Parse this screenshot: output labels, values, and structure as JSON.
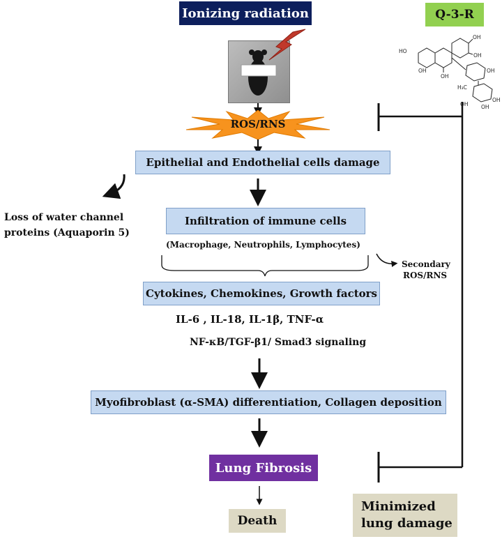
{
  "header": {
    "ionizing_radiation": "Ionizing radiation",
    "q3r": "Q-3-R"
  },
  "burst_label": "ROS/RNS",
  "boxes": {
    "damage": "Epithelial  and Endothelial cells damage",
    "infiltration": "Infiltration of immune cells",
    "cytokines": "Cytokines, Chemokines, Growth factors",
    "myofibroblast": "Myofibroblast (α-SMA) differentiation, Collagen deposition",
    "fibrosis": "Lung Fibrosis",
    "death": "Death",
    "minimized_line1": "Minimized",
    "minimized_line2": "lung damage"
  },
  "texts": {
    "aquaporin_line1": "Loss of  water channel",
    "aquaporin_line2": "proteins  (Aquaporin 5)",
    "immune_cells": "(Macrophage, Neutrophils, Lymphocytes)",
    "secondary_line1": "Secondary",
    "secondary_line2": "ROS/RNS",
    "interleukins": "IL-6 , IL-18, IL-1β,  TNF-α",
    "signaling": "NF-κB/TGF-β1/ Smad3 signaling"
  },
  "molecule": {
    "oh_labels": [
      "OH",
      "OH",
      "HO",
      "OH",
      "OH",
      "OH",
      "OH",
      "OH",
      "OH"
    ],
    "methyl_label": "H₃C"
  },
  "colors": {
    "header_bg": "#0d1f5c",
    "q3r_bg": "#92d050",
    "box_blue": "#c5d9f1",
    "fibrosis_bg": "#7030a0",
    "outcome_bg": "#ddd9c4",
    "burst": "#f7931e",
    "lightning": "#c0392b"
  }
}
